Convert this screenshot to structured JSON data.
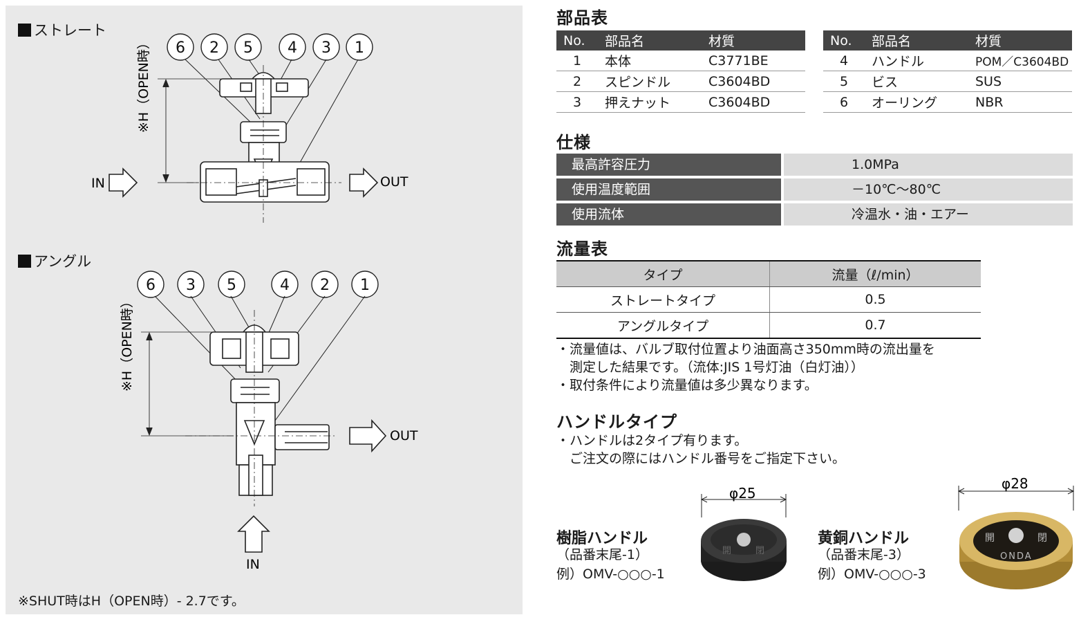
{
  "left": {
    "straight_title": "ストレート",
    "angle_title": "アングル",
    "straight_callouts": [
      "6",
      "2",
      "5",
      "4",
      "3",
      "1"
    ],
    "angle_callouts": [
      "6",
      "3",
      "5",
      "4",
      "2",
      "1"
    ],
    "dim_label": "※H（OPEN時）",
    "in_label": "IN",
    "out_label": "OUT",
    "shut_note": "※SHUT時はH（OPEN時）- 2.7です。"
  },
  "parts": {
    "title": "部品表",
    "headers": [
      "No.",
      "部品名",
      "材質"
    ],
    "left_rows": [
      {
        "no": "1",
        "name": "本体",
        "material": "C3771BE"
      },
      {
        "no": "2",
        "name": "スピンドル",
        "material": "C3604BD"
      },
      {
        "no": "3",
        "name": "押えナット",
        "material": "C3604BD"
      }
    ],
    "right_rows": [
      {
        "no": "4",
        "name": "ハンドル",
        "material": "POM／C3604BD"
      },
      {
        "no": "5",
        "name": "ビス",
        "material": "SUS"
      },
      {
        "no": "6",
        "name": "オーリング",
        "material": "NBR"
      }
    ]
  },
  "spec": {
    "title": "仕様",
    "rows": [
      {
        "label": "最高許容圧力",
        "value": "1.0MPa"
      },
      {
        "label": "使用温度範囲",
        "value": "－10℃～80℃"
      },
      {
        "label": "使用流体",
        "value": "冷温水・油・エアー"
      }
    ]
  },
  "flow": {
    "title": "流量表",
    "headers": [
      "タイプ",
      "流量（ℓ/min）"
    ],
    "rows": [
      {
        "type": "ストレートタイプ",
        "value": "0.5"
      },
      {
        "type": "アングルタイプ",
        "value": "0.7"
      }
    ],
    "notes": [
      "・流量値は、バルブ取付位置より油面高さ350mm時の流出量を",
      "　測定した結果です。（流体:JIS 1号灯油（白灯油））",
      "・取付条件により流量値は多少異なります。"
    ]
  },
  "handle": {
    "title": "ハンドルタイプ",
    "notes": [
      "・ハンドルは2タイプ有ります。",
      "　ご注文の際にはハンドル番号をご指定下さい。"
    ],
    "resin": {
      "name": "樹脂ハンドル",
      "suffix": "（品番末尾-1）",
      "example": "例）OMV-○○○-1",
      "dim": "φ25"
    },
    "brass": {
      "name": "黄銅ハンドル",
      "suffix": "（品番末尾-3）",
      "example": "例）OMV-○○○-3",
      "dim": "φ28"
    },
    "brass_marks": {
      "left": "開",
      "right": "閉",
      "brand": "ONDA"
    }
  }
}
